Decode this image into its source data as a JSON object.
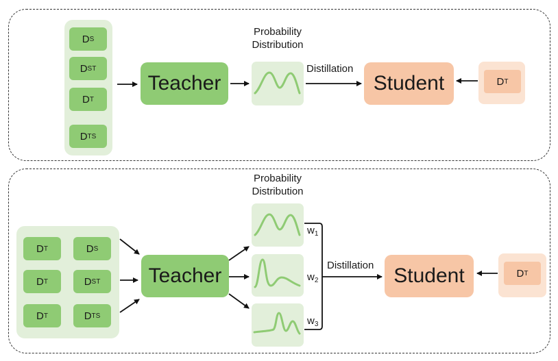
{
  "top": {
    "datasets": [
      {
        "main": "D",
        "sub": "S"
      },
      {
        "main": "D",
        "sub": "ST"
      },
      {
        "main": "D",
        "sub": "T"
      },
      {
        "main": "D",
        "sub": "TS"
      }
    ],
    "teacher": "Teacher",
    "student": "Student",
    "prob_label_line1": "Probability",
    "prob_label_line2": "Distribution",
    "distill_label": "Distillation",
    "student_input": {
      "main": "D",
      "sub": "T"
    }
  },
  "bottom": {
    "datasets": [
      {
        "main": "D",
        "sub": "T"
      },
      {
        "main": "D",
        "sub": "S"
      },
      {
        "main": "D",
        "sub": "T"
      },
      {
        "main": "D",
        "sub": "ST"
      },
      {
        "main": "D",
        "sub": "T"
      },
      {
        "main": "D",
        "sub": "TS"
      }
    ],
    "teacher": "Teacher",
    "student": "Student",
    "prob_label_line1": "Probability",
    "prob_label_line2": "Distribution",
    "distill_label": "Distillation",
    "weights": [
      {
        "main": "w",
        "sub": "1"
      },
      {
        "main": "w",
        "sub": "2"
      },
      {
        "main": "w",
        "sub": "3"
      }
    ],
    "student_input": {
      "main": "D",
      "sub": "T"
    }
  },
  "colors": {
    "teacher": "#8fcb74",
    "student": "#f7c6a6",
    "panel_bg": "#e2efda",
    "curve": "#8fcb74"
  }
}
